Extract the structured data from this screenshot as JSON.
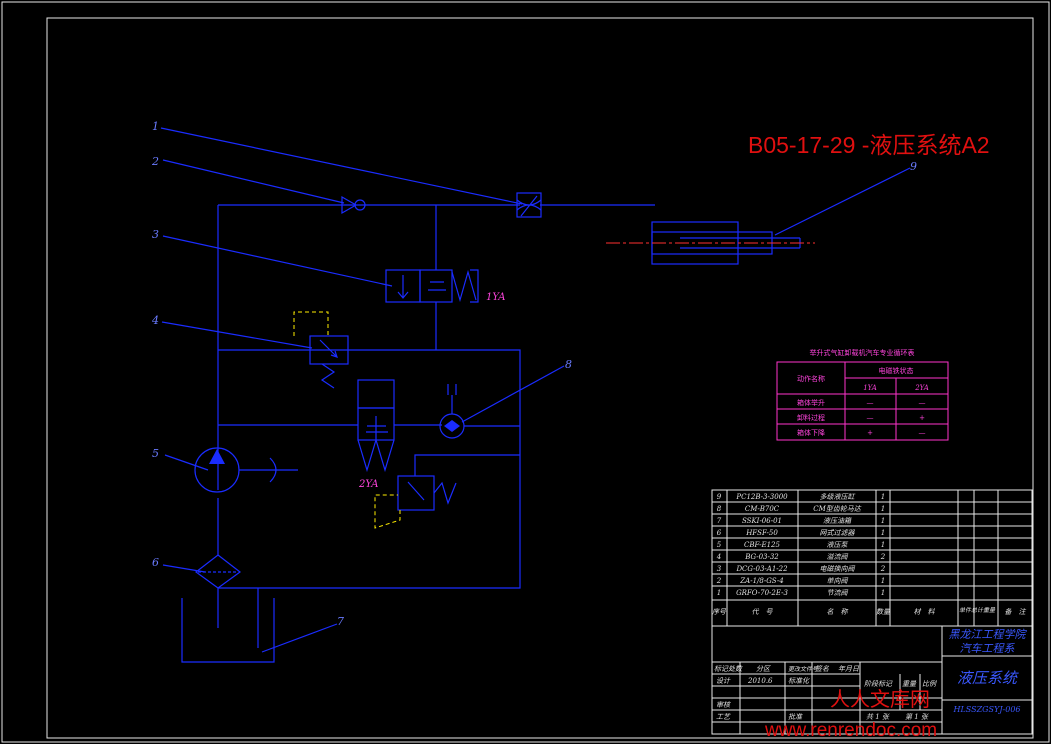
{
  "colors": {
    "background": "#000000",
    "lines": "#1a2cff",
    "table": "#e8e8e8",
    "magenta": "#ff33cc",
    "yellow": "#ffee00",
    "title_red": "#e01010"
  },
  "title": "B05-17-29 -液压系统A2",
  "callouts": [
    "1",
    "2",
    "3",
    "4",
    "5",
    "6",
    "7",
    "8",
    "9"
  ],
  "labels": {
    "yv1": "1YA",
    "yv2": "2YA"
  },
  "action_table": {
    "title": "举升式气缸卸载机汽车专业循环表",
    "col_action": "动作名称",
    "col_state": "电磁铁状态",
    "col_1": "1YA",
    "col_2": "2YA",
    "rows": [
      {
        "name": "箱体举升",
        "a": "—",
        "b": "—"
      },
      {
        "name": "卸料过程",
        "a": "—",
        "b": "+"
      },
      {
        "name": "箱体下降",
        "a": "+",
        "b": "—"
      }
    ]
  },
  "parts": [
    {
      "no": "9",
      "code": "PC12B-3-3000",
      "name": "多级液压缸",
      "qty": "1"
    },
    {
      "no": "8",
      "code": "CM-B70C",
      "name": "CM型齿轮马达",
      "qty": "1"
    },
    {
      "no": "7",
      "code": "SSKI-06-01",
      "name": "液压油箱",
      "qty": "1"
    },
    {
      "no": "6",
      "code": "HFSF-50",
      "name": "网式过滤器",
      "qty": "1"
    },
    {
      "no": "5",
      "code": "CBF-E125",
      "name": "液压泵",
      "qty": "1"
    },
    {
      "no": "4",
      "code": "BG-03-32",
      "name": "溢流阀",
      "qty": "2"
    },
    {
      "no": "3",
      "code": "DCG-03-A1-22",
      "name": "电磁换向阀",
      "qty": "2"
    },
    {
      "no": "2",
      "code": "ZA-1/8-GS-4",
      "name": "单向阀",
      "qty": "1"
    },
    {
      "no": "1",
      "code": "GRFO-70-2E-3",
      "name": "节流阀",
      "qty": "1"
    }
  ],
  "parts_header": {
    "no": "序号",
    "code": "代　号",
    "name": "名　称",
    "qty": "数量",
    "mat": "材　料",
    "weight": "单件总计重量",
    "note": "备　注"
  },
  "title_block": {
    "school": "黑龙江工程学院",
    "dept": "汽车工程系",
    "drawing": "液压系统",
    "code": "HLSSZGSYJ-006",
    "mark": "标记处数",
    "zone": "分区",
    "file": "更改文件号",
    "sign": "签名",
    "date": "年月日",
    "design": "设计",
    "design_date": "2010.6",
    "std": "标准化",
    "stage": "阶段标记",
    "weight": "重量",
    "ratio": "比例",
    "check": "审核",
    "craft": "工艺",
    "approve": "批准",
    "sheets": "共 1 张",
    "sheet": "第 1 张"
  },
  "watermark": {
    "cn": "人人文库网",
    "url": "www.renrendoc.com"
  }
}
